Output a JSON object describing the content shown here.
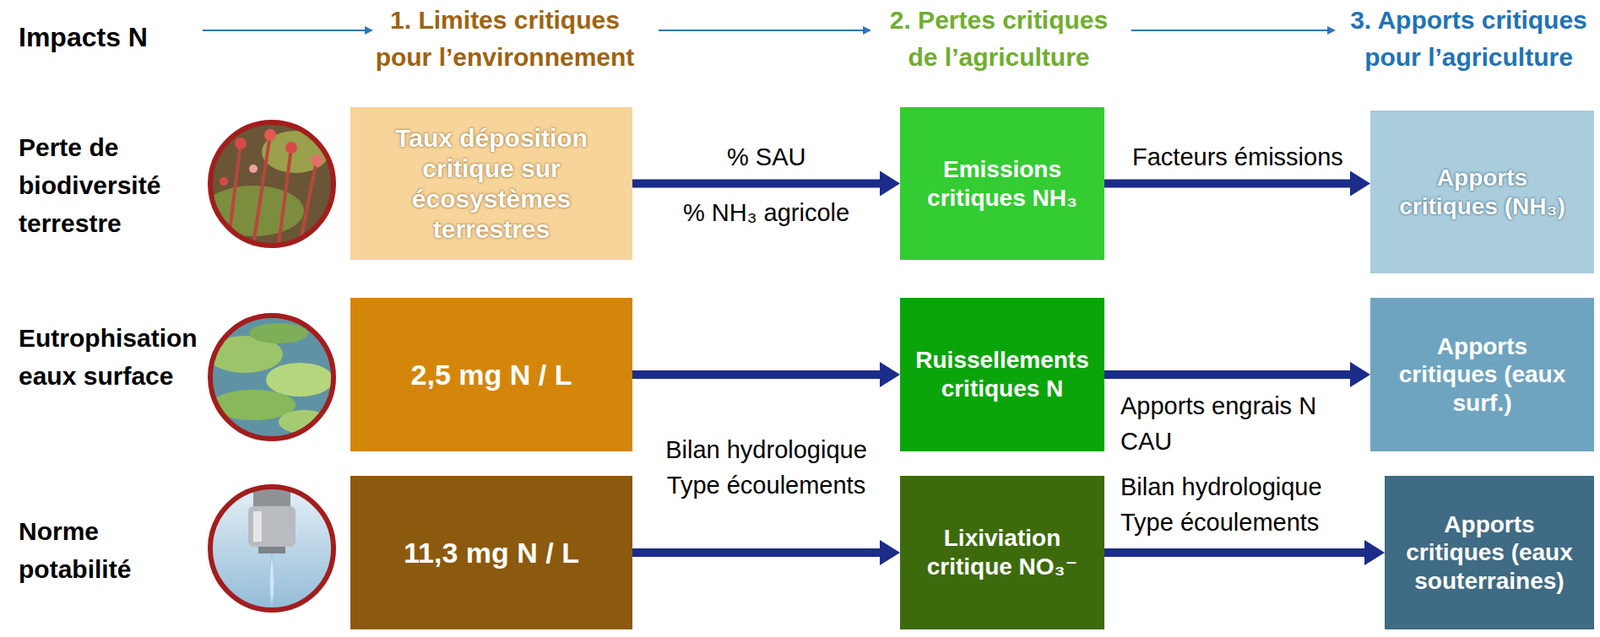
{
  "diagram": {
    "nodes": [
      {
        "text": [
          "Taux déposition critique sur écosystèmes terrestres"
        ]
      },
      {
        "text": [
          "Emissions critiques NH₃"
        ]
      },
      {
        "text": [
          "Apports critiques (NH₃)"
        ]
      },
      {
        "text": [
          "2,5 mg N / L"
        ]
      },
      {
        "text": [
          "Ruissellements critiques N"
        ]
      },
      {
        "text": [
          "Apports critiques (eaux surf.)"
        ]
      },
      {
        "text": [
          "11,3 mg N / L"
        ]
      },
      {
        "text": [
          "Lixiviation critique NO₃⁻"
        ]
      },
      {
        "text": [
          "Apports critiques (eaux souterraines)"
        ]
      }
    ],
    "edges": [
      {
        "from": 0,
        "to": 1,
        "arrow": "to",
        "label": "% SAU"
      },
      {
        "from": 1,
        "to": 2,
        "arrow": "to",
        "label": "Facteurs émissions"
      },
      {
        "from": 3,
        "to": 4,
        "arrow": "to"
      },
      {
        "from": 4,
        "to": 5,
        "arrow": "to",
        "label": "Apports engrais N CAU"
      },
      {
        "from": 6,
        "to": 7,
        "arrow": "to",
        "label": "Bilan hydrologique Type écoulements"
      },
      {
        "from": 7,
        "to": 8,
        "arrow": "to",
        "label": "Bilan hydrologique Type écoulements"
      }
    ],
    "labels": [
      "Impacts N",
      "1. Limites critiques pour l’environnement",
      "2. Pertes critiques de l’agriculture",
      "3. Apports critiques pour l’agriculture",
      "Perte de biodiversité terrestre",
      "Eutrophisation eaux surface",
      "Norme potabilité",
      "% NH₃ agricole"
    ]
  }
}
